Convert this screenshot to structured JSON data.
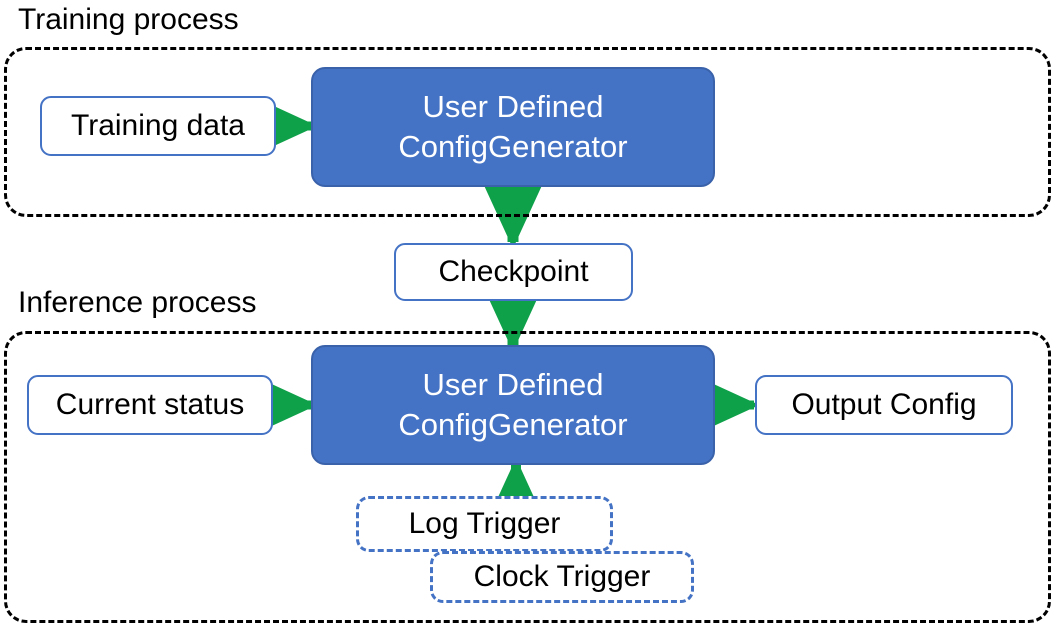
{
  "diagram": {
    "type": "flowchart",
    "title_training": "Training process",
    "title_inference": "Inference process",
    "colors": {
      "node_fill_blue": "#4472C4",
      "node_border_blue": "#4472C4",
      "arrow_green": "#0FA04A",
      "container_border": "#000000",
      "text_dark": "#000000",
      "text_light": "#FFFFFF"
    }
  },
  "training": {
    "title": "Training process",
    "nodes": {
      "training_data": "Training data",
      "generator_line1": "User Defined",
      "generator_line2": "ConfigGenerator"
    }
  },
  "shared": {
    "checkpoint": "Checkpoint"
  },
  "inference": {
    "title": "Inference process",
    "nodes": {
      "current_status": "Current status",
      "generator_line1": "User Defined",
      "generator_line2": "ConfigGenerator",
      "output_config": "Output Config",
      "log_trigger": "Log Trigger",
      "clock_trigger": "Clock Trigger"
    }
  },
  "edges": [
    {
      "id": "training-data-to-generator",
      "from": "Training data",
      "to": "User Defined ConfigGenerator",
      "direction": "right"
    },
    {
      "id": "generator-to-checkpoint",
      "from": "User Defined ConfigGenerator",
      "to": "Checkpoint",
      "direction": "down"
    },
    {
      "id": "checkpoint-to-generator",
      "from": "Checkpoint",
      "to": "User Defined ConfigGenerator",
      "direction": "down"
    },
    {
      "id": "current-status-to-generator",
      "from": "Current status",
      "to": "User Defined ConfigGenerator",
      "direction": "right"
    },
    {
      "id": "generator-to-output-config",
      "from": "User Defined ConfigGenerator",
      "to": "Output Config",
      "direction": "right"
    },
    {
      "id": "triggers-to-generator",
      "from": "Log Trigger / Clock Trigger",
      "to": "User Defined ConfigGenerator",
      "direction": "up"
    }
  ]
}
